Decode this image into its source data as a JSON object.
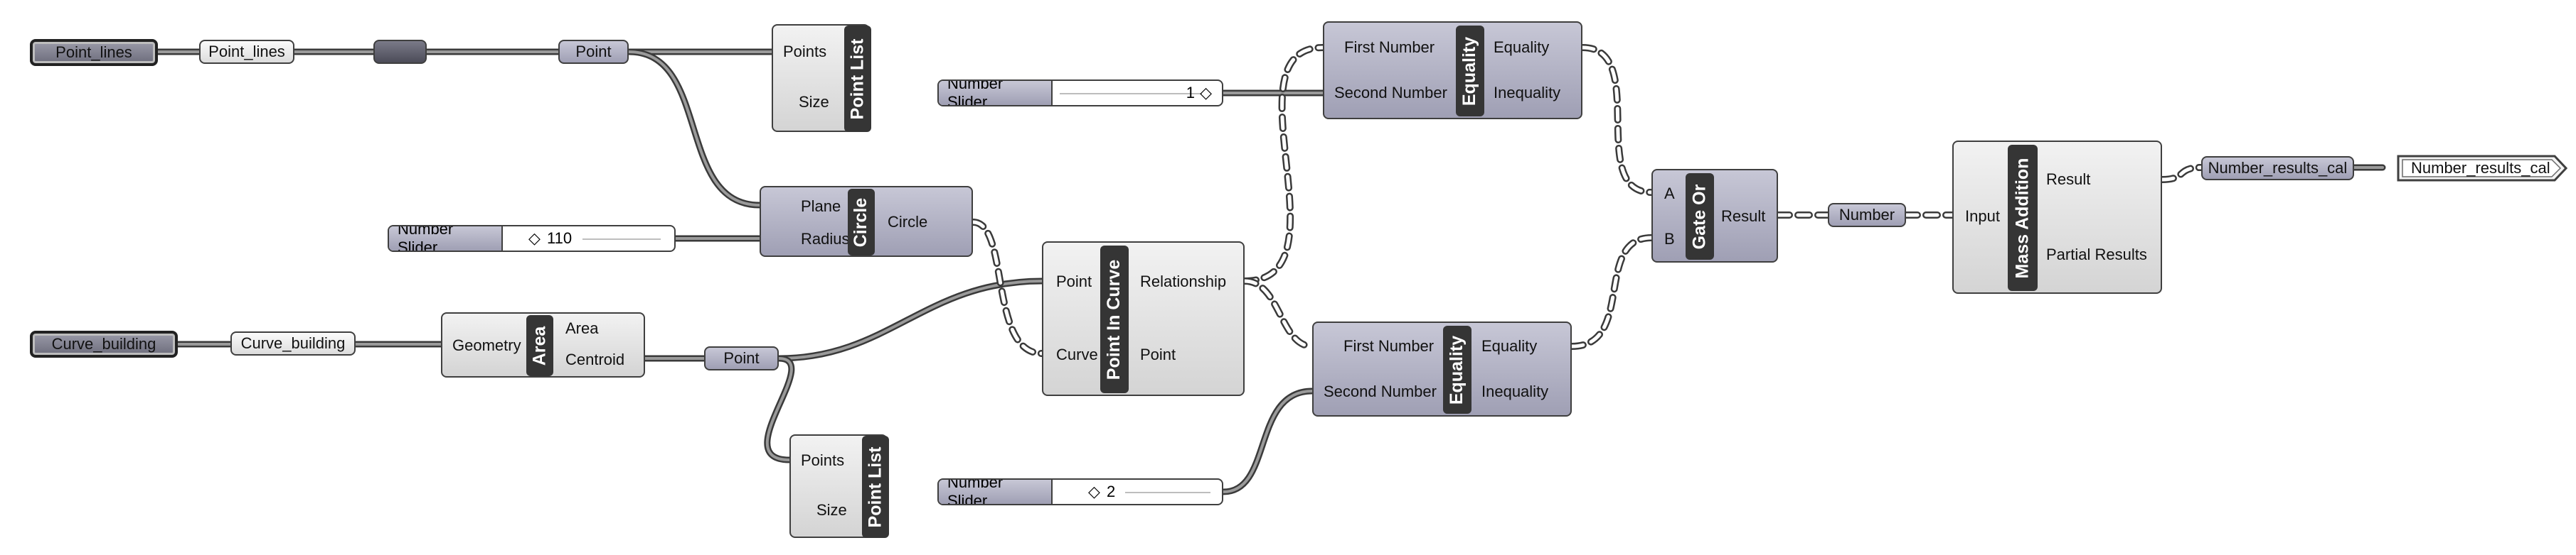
{
  "canvas": {
    "background": "#ffffff",
    "wire_color": "#3a3a3a",
    "component_fill": "#b4b4c8",
    "title_bar_fill": "#353535"
  },
  "params": {
    "point_lines_source": "Point_lines",
    "point_lines_relay": "Point_lines",
    "point_relay_1": "Point",
    "curve_building_source": "Curve_building",
    "curve_building_relay": "Curve_building",
    "point_relay_2": "Point",
    "number_relay": "Number",
    "number_results_cal": "Number_results_cal",
    "number_results_cal_panel": "Number_results_cal"
  },
  "sliders": {
    "top": {
      "label": "Number Slider",
      "value": "1"
    },
    "radius": {
      "label": "Number Slider",
      "value": "110"
    },
    "bottom": {
      "label": "Number Slider",
      "value": "2"
    }
  },
  "components": {
    "point_list_1": {
      "title": "Point List",
      "inputs": [
        "Points",
        "Size"
      ]
    },
    "circle": {
      "title": "Circle",
      "inputs": [
        "Plane",
        "Radius"
      ],
      "outputs": [
        "Circle"
      ]
    },
    "area": {
      "title": "Area",
      "inputs": [
        "Geometry"
      ],
      "outputs": [
        "Area",
        "Centroid"
      ]
    },
    "point_list_2": {
      "title": "Point List",
      "inputs": [
        "Points",
        "Size"
      ]
    },
    "point_in_curve": {
      "title": "Point In Curve",
      "inputs": [
        "Point",
        "Curve"
      ],
      "outputs": [
        "Relationship",
        "Point"
      ]
    },
    "equality_1": {
      "title": "Equality",
      "inputs": [
        "First Number",
        "Second Number"
      ],
      "outputs": [
        "Equality",
        "Inequality"
      ]
    },
    "equality_2": {
      "title": "Equality",
      "inputs": [
        "First Number",
        "Second Number"
      ],
      "outputs": [
        "Equality",
        "Inequality"
      ]
    },
    "gate_or": {
      "title": "Gate Or",
      "inputs": [
        "A",
        "B"
      ],
      "outputs": [
        "Result"
      ]
    },
    "mass_addition": {
      "title": "Mass Addition",
      "inputs": [
        "Input"
      ],
      "outputs": [
        "Result",
        "Partial Results"
      ]
    }
  }
}
